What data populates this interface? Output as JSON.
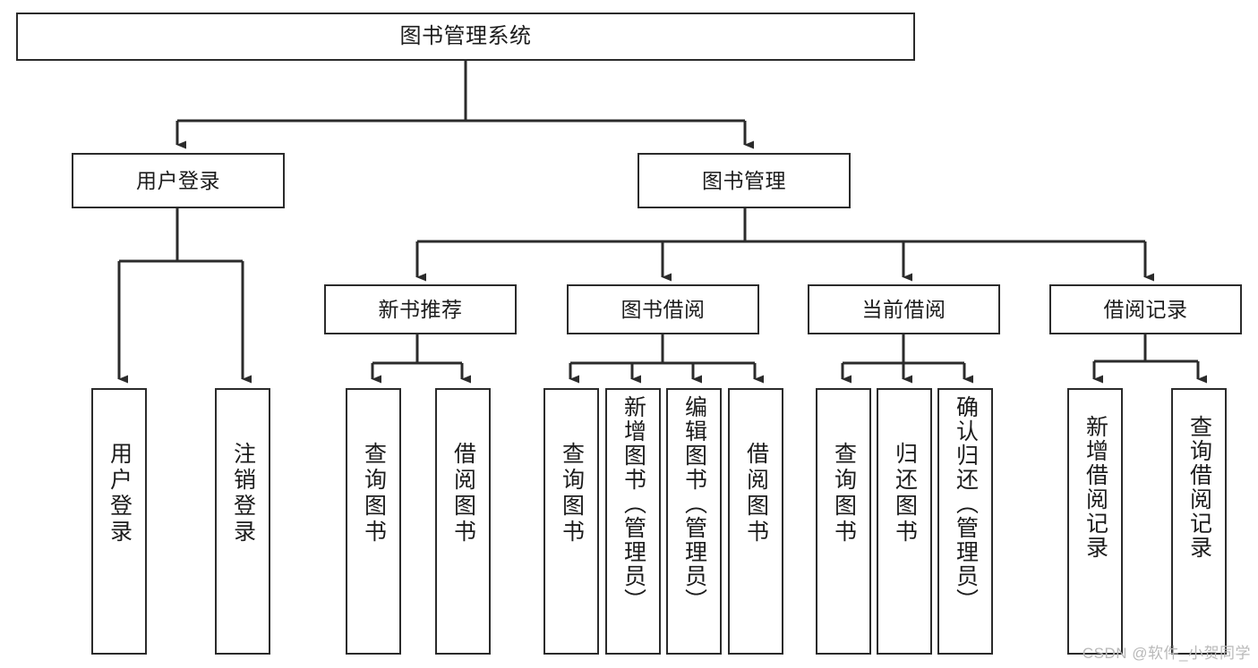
{
  "diagram": {
    "title": "图书管理系统",
    "type": "functional-structure-tree",
    "background_color": "#ffffff",
    "box_border_color": "#2b2b2b",
    "edge_color": "#2b2b2b",
    "text_color": "#1c1c1c"
  },
  "nodes": {
    "root": {
      "label": "图书管理系统"
    },
    "level1": [
      {
        "id": "user-login",
        "label": "用户登录"
      },
      {
        "id": "book-manage",
        "label": "图书管理"
      }
    ],
    "level2": [
      {
        "id": "new-book-recommend",
        "label": "新书推荐"
      },
      {
        "id": "book-borrow",
        "label": "图书借阅"
      },
      {
        "id": "current-borrow",
        "label": "当前借阅"
      },
      {
        "id": "borrow-record",
        "label": "借阅记录"
      }
    ],
    "leaves": {
      "user-login": [
        {
          "id": "leaf-user-login",
          "label": "用户登录"
        },
        {
          "id": "leaf-logout",
          "label": "注销登录"
        }
      ],
      "new-book-recommend": [
        {
          "id": "leaf-query-book-1",
          "label": "查询图书"
        },
        {
          "id": "leaf-borrow-book-1",
          "label": "借阅图书"
        }
      ],
      "book-borrow": [
        {
          "id": "leaf-query-book-2",
          "label": "查询图书"
        },
        {
          "id": "leaf-add-book",
          "label": "新增图书（管理员）"
        },
        {
          "id": "leaf-edit-book",
          "label": "编辑图书（管理员）"
        },
        {
          "id": "leaf-borrow-book-2",
          "label": "借阅图书"
        }
      ],
      "current-borrow": [
        {
          "id": "leaf-query-book-3",
          "label": "查询图书"
        },
        {
          "id": "leaf-return-book",
          "label": "归还图书"
        },
        {
          "id": "leaf-confirm-return",
          "label": "确认归还（管理员）"
        }
      ],
      "borrow-record": [
        {
          "id": "leaf-add-record",
          "label": "新增借阅记录"
        },
        {
          "id": "leaf-query-record",
          "label": "查询借阅记录"
        }
      ]
    }
  },
  "watermark": {
    "text": "CSDN @软件_小贺同学"
  }
}
